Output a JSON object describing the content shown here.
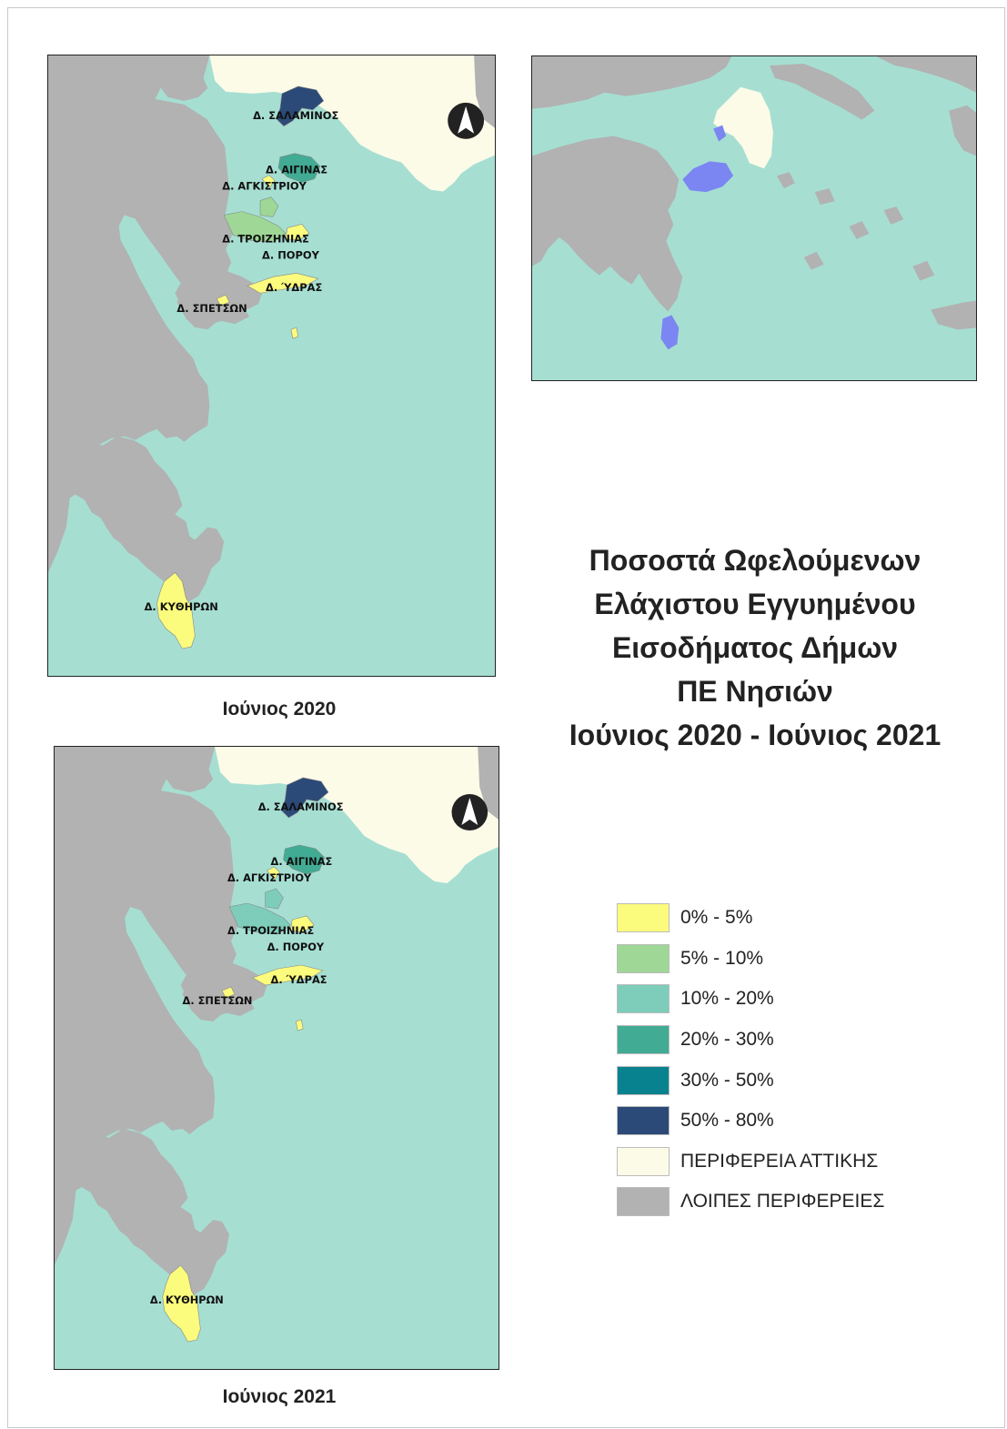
{
  "title_lines": [
    "Ποσοστά Ωφελούμενων",
    "Ελάχιστου Εγγυημένου",
    "Εισοδήματος Δήμων",
    "ΠΕ Νησιών",
    "Ιούνιος 2020 - Ιούνιος 2021"
  ],
  "maps": {
    "m2020": {
      "caption": "Ιούνιος 2020"
    },
    "m2021": {
      "caption": "Ιούνιος 2021"
    }
  },
  "municipalities": {
    "salamina": "Δ. ΣΑΛΑΜΙΝΟΣ",
    "aegina": "Δ. ΑΙΓΙΝΑΣ",
    "agistri": "Δ. ΑΓΚΙΣΤΡΙΟΥ",
    "troizinia": "Δ. ΤΡΟΙΖΗΝΙΑΣ",
    "poros": "Δ. ΠΟΡΟΥ",
    "hydra": "Δ. ΎΔΡΑΣ",
    "spetses": "Δ. ΣΠΕΤΣΩΝ",
    "kythira": "Δ. ΚΥΘΗΡΩΝ"
  },
  "colors": {
    "sea": "#a6dfd2",
    "other_regions": "#b2b2b2",
    "attica": "#fcfbe8",
    "highlight": "#7b86f2"
  },
  "legend": [
    {
      "label": "0% - 5%",
      "color": "#fbfb7d"
    },
    {
      "label": "5% - 10%",
      "color": "#9ed796"
    },
    {
      "label": "10% - 20%",
      "color": "#7dcdba"
    },
    {
      "label": "20% - 30%",
      "color": "#41ab93"
    },
    {
      "label": "30% - 50%",
      "color": "#098290"
    },
    {
      "label": "50% - 80%",
      "color": "#2c4a78"
    },
    {
      "label": "ΠΕΡΙΦΕΡΕΙΑ ΑΤΤΙΚΗΣ",
      "color": "#fcfbe8"
    },
    {
      "label": "ΛΟΙΠΕΣ ΠΕΡΙΦΕΡΕΙΕΣ",
      "color": "#b2b2b2"
    }
  ],
  "classification": {
    "m2020": {
      "salamina": 5,
      "aegina": 3,
      "agistri": 0,
      "troizinia": 1,
      "troizinia_islet": 1,
      "poros": 0,
      "hydra": 0,
      "spetses": 0,
      "kythira": 0
    },
    "m2021": {
      "salamina": 5,
      "aegina": 3,
      "agistri": 0,
      "troizinia": 2,
      "troizinia_islet": 2,
      "poros": 0,
      "hydra": 0,
      "spetses": 0,
      "kythira": 0
    }
  },
  "north_arrow_icon": "north-arrow-icon"
}
